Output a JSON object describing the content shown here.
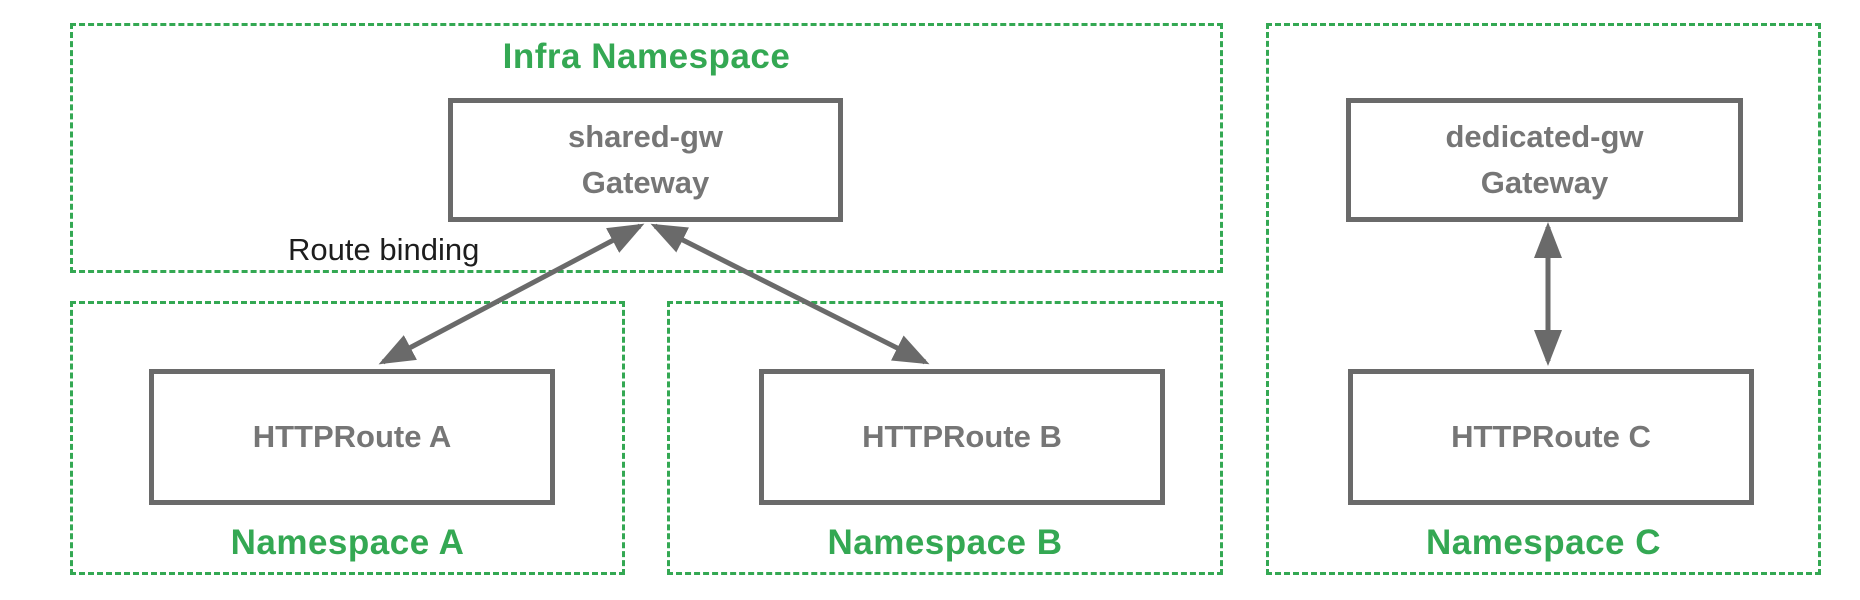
{
  "colors": {
    "namespace_green": "#34A853",
    "node_gray_border": "#6A6A6A",
    "node_gray_text": "#767676",
    "edge_label_black": "#1d1d1d"
  },
  "namespaces": {
    "infra": {
      "label": "Infra Namespace"
    },
    "a": {
      "label": "Namespace A"
    },
    "b": {
      "label": "Namespace B"
    },
    "c": {
      "label": "Namespace C"
    }
  },
  "nodes": {
    "shared_gw": {
      "name": "shared-gw",
      "type": "Gateway"
    },
    "httproute_a": {
      "name": "HTTPRoute A"
    },
    "httproute_b": {
      "name": "HTTPRoute B"
    },
    "dedicated_gw": {
      "name": "dedicated-gw",
      "type": "Gateway"
    },
    "httproute_c": {
      "name": "HTTPRoute C"
    }
  },
  "edges": {
    "label": "Route binding",
    "list": [
      {
        "from": "HTTPRoute A",
        "to": "shared-gw Gateway",
        "style": "double-headed-arrow"
      },
      {
        "from": "HTTPRoute B",
        "to": "shared-gw Gateway",
        "style": "double-headed-arrow"
      },
      {
        "from": "HTTPRoute C",
        "to": "dedicated-gw Gateway",
        "style": "double-headed-arrow"
      }
    ]
  }
}
